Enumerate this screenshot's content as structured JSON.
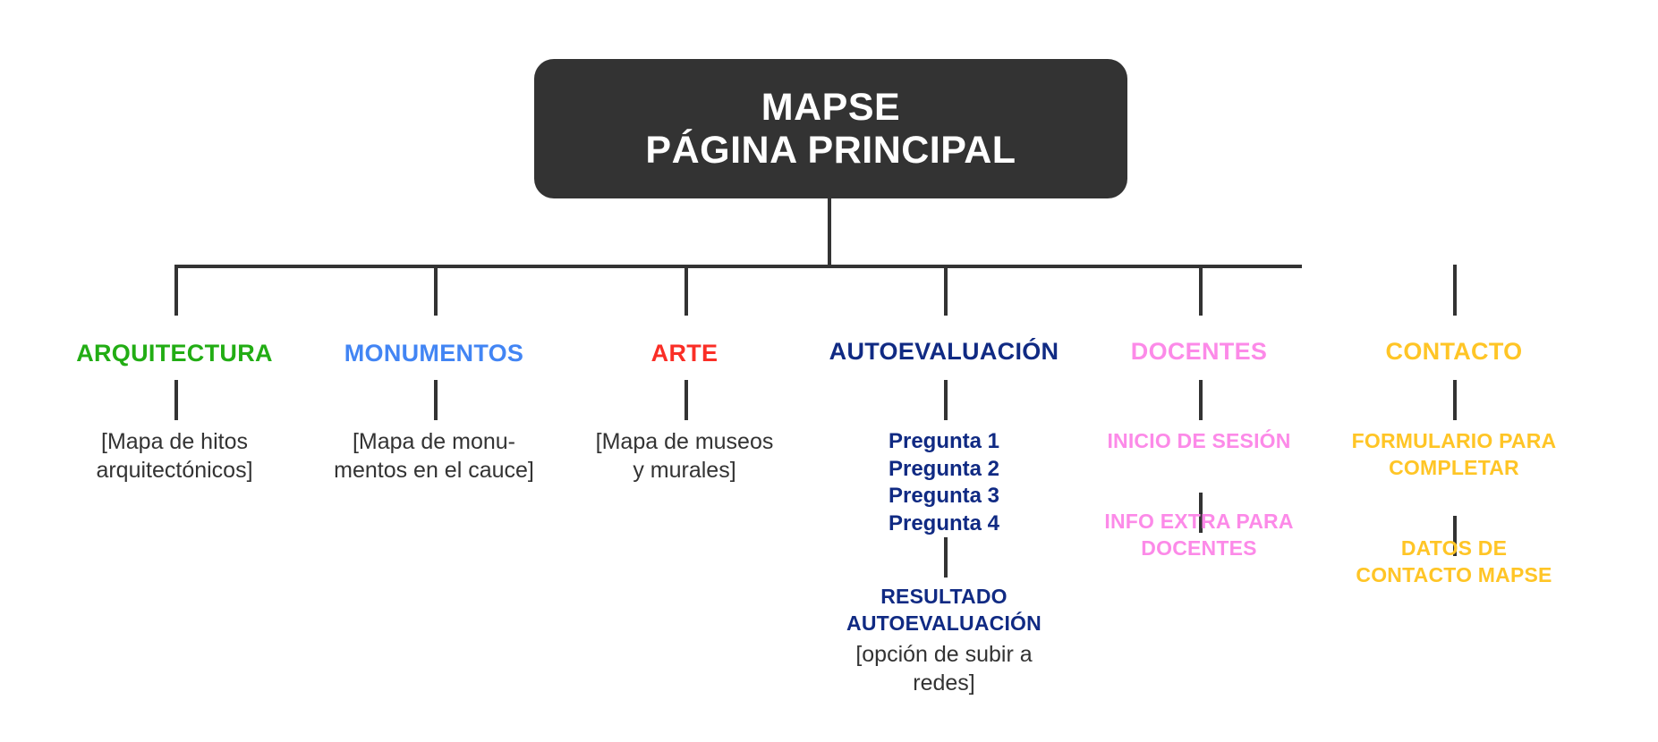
{
  "diagram": {
    "type": "site-map-tree",
    "background": "#ffffff",
    "line_color": "#333333"
  },
  "root": {
    "title_line1": "MAPSE",
    "title_line2": "PÁGINA PRINCIPAL",
    "background": "#333333",
    "text_color": "#ffffff"
  },
  "branches": [
    {
      "id": "arquitectura",
      "label": "ARQUITECTURA",
      "color": "#22ad14",
      "children": [
        {
          "kind": "plain",
          "lines": [
            "[Mapa de hitos",
            "arquitectónicos]"
          ]
        }
      ]
    },
    {
      "id": "monumentos",
      "label": "MONUMENTOS",
      "color": "#4285f4",
      "children": [
        {
          "kind": "plain",
          "lines": [
            "[Mapa de monu-",
            "mentos en el cauce]"
          ]
        }
      ]
    },
    {
      "id": "arte",
      "label": "ARTE",
      "color": "#fa2e26",
      "children": [
        {
          "kind": "plain",
          "lines": [
            "[Mapa de museos",
            "y murales]"
          ]
        }
      ]
    },
    {
      "id": "autoevaluacion",
      "label": "AUTOEVALUACIÓN",
      "color": "#102a83",
      "children": [
        {
          "kind": "bold",
          "lines": [
            "Pregunta 1",
            "Pregunta 2",
            "Pregunta 3",
            "Pregunta 4"
          ]
        },
        {
          "kind": "bold",
          "lines": [
            "RESULTADO",
            "AUTOEVALUACIÓN"
          ]
        },
        {
          "kind": "plain",
          "lines": [
            "[opción de subir a",
            "redes]"
          ]
        }
      ]
    },
    {
      "id": "docentes",
      "label": "DOCENTES",
      "color": "#fc8ae8",
      "children": [
        {
          "kind": "bold",
          "lines": [
            "INICIO DE SESIÓN"
          ]
        },
        {
          "kind": "bold",
          "lines": [
            "INFO EXTRA PARA",
            "DOCENTES"
          ]
        }
      ]
    },
    {
      "id": "contacto",
      "label": "CONTACTO",
      "color": "#ffc526",
      "children": [
        {
          "kind": "bold",
          "lines": [
            "FORMULARIO PARA",
            "COMPLETAR"
          ]
        },
        {
          "kind": "bold",
          "lines": [
            "DATOS DE",
            "CONTACTO MAPSE"
          ]
        }
      ]
    }
  ],
  "text": {
    "root_line1": "MAPSE",
    "root_line2": "PÁGINA PRINCIPAL",
    "b0_label": "ARQUITECTURA",
    "b0_s1l1": "[Mapa de hitos",
    "b0_s1l2": "arquitectónicos]",
    "b1_label": "MONUMENTOS",
    "b1_s1l1": "[Mapa de monu-",
    "b1_s1l2": "mentos en el cauce]",
    "b2_label": "ARTE",
    "b2_s1l1": "[Mapa de museos",
    "b2_s1l2": "y murales]",
    "b3_label": "AUTOEVALUACIÓN",
    "b3_q1": "Pregunta 1",
    "b3_q2": "Pregunta 2",
    "b3_q3": "Pregunta 3",
    "b3_q4": "Pregunta 4",
    "b3_r1": "RESULTADO",
    "b3_r2": "AUTOEVALUACIÓN",
    "b3_r3": "[opción de subir a",
    "b3_r4": "redes]",
    "b4_label": "DOCENTES",
    "b4_s1": "INICIO DE SESIÓN",
    "b4_s2l1": "INFO EXTRA PARA",
    "b4_s2l2": "DOCENTES",
    "b5_label": "CONTACTO",
    "b5_s1l1": "FORMULARIO PARA",
    "b5_s1l2": "COMPLETAR",
    "b5_s2l1": "DATOS DE",
    "b5_s2l2": "CONTACTO MAPSE"
  }
}
